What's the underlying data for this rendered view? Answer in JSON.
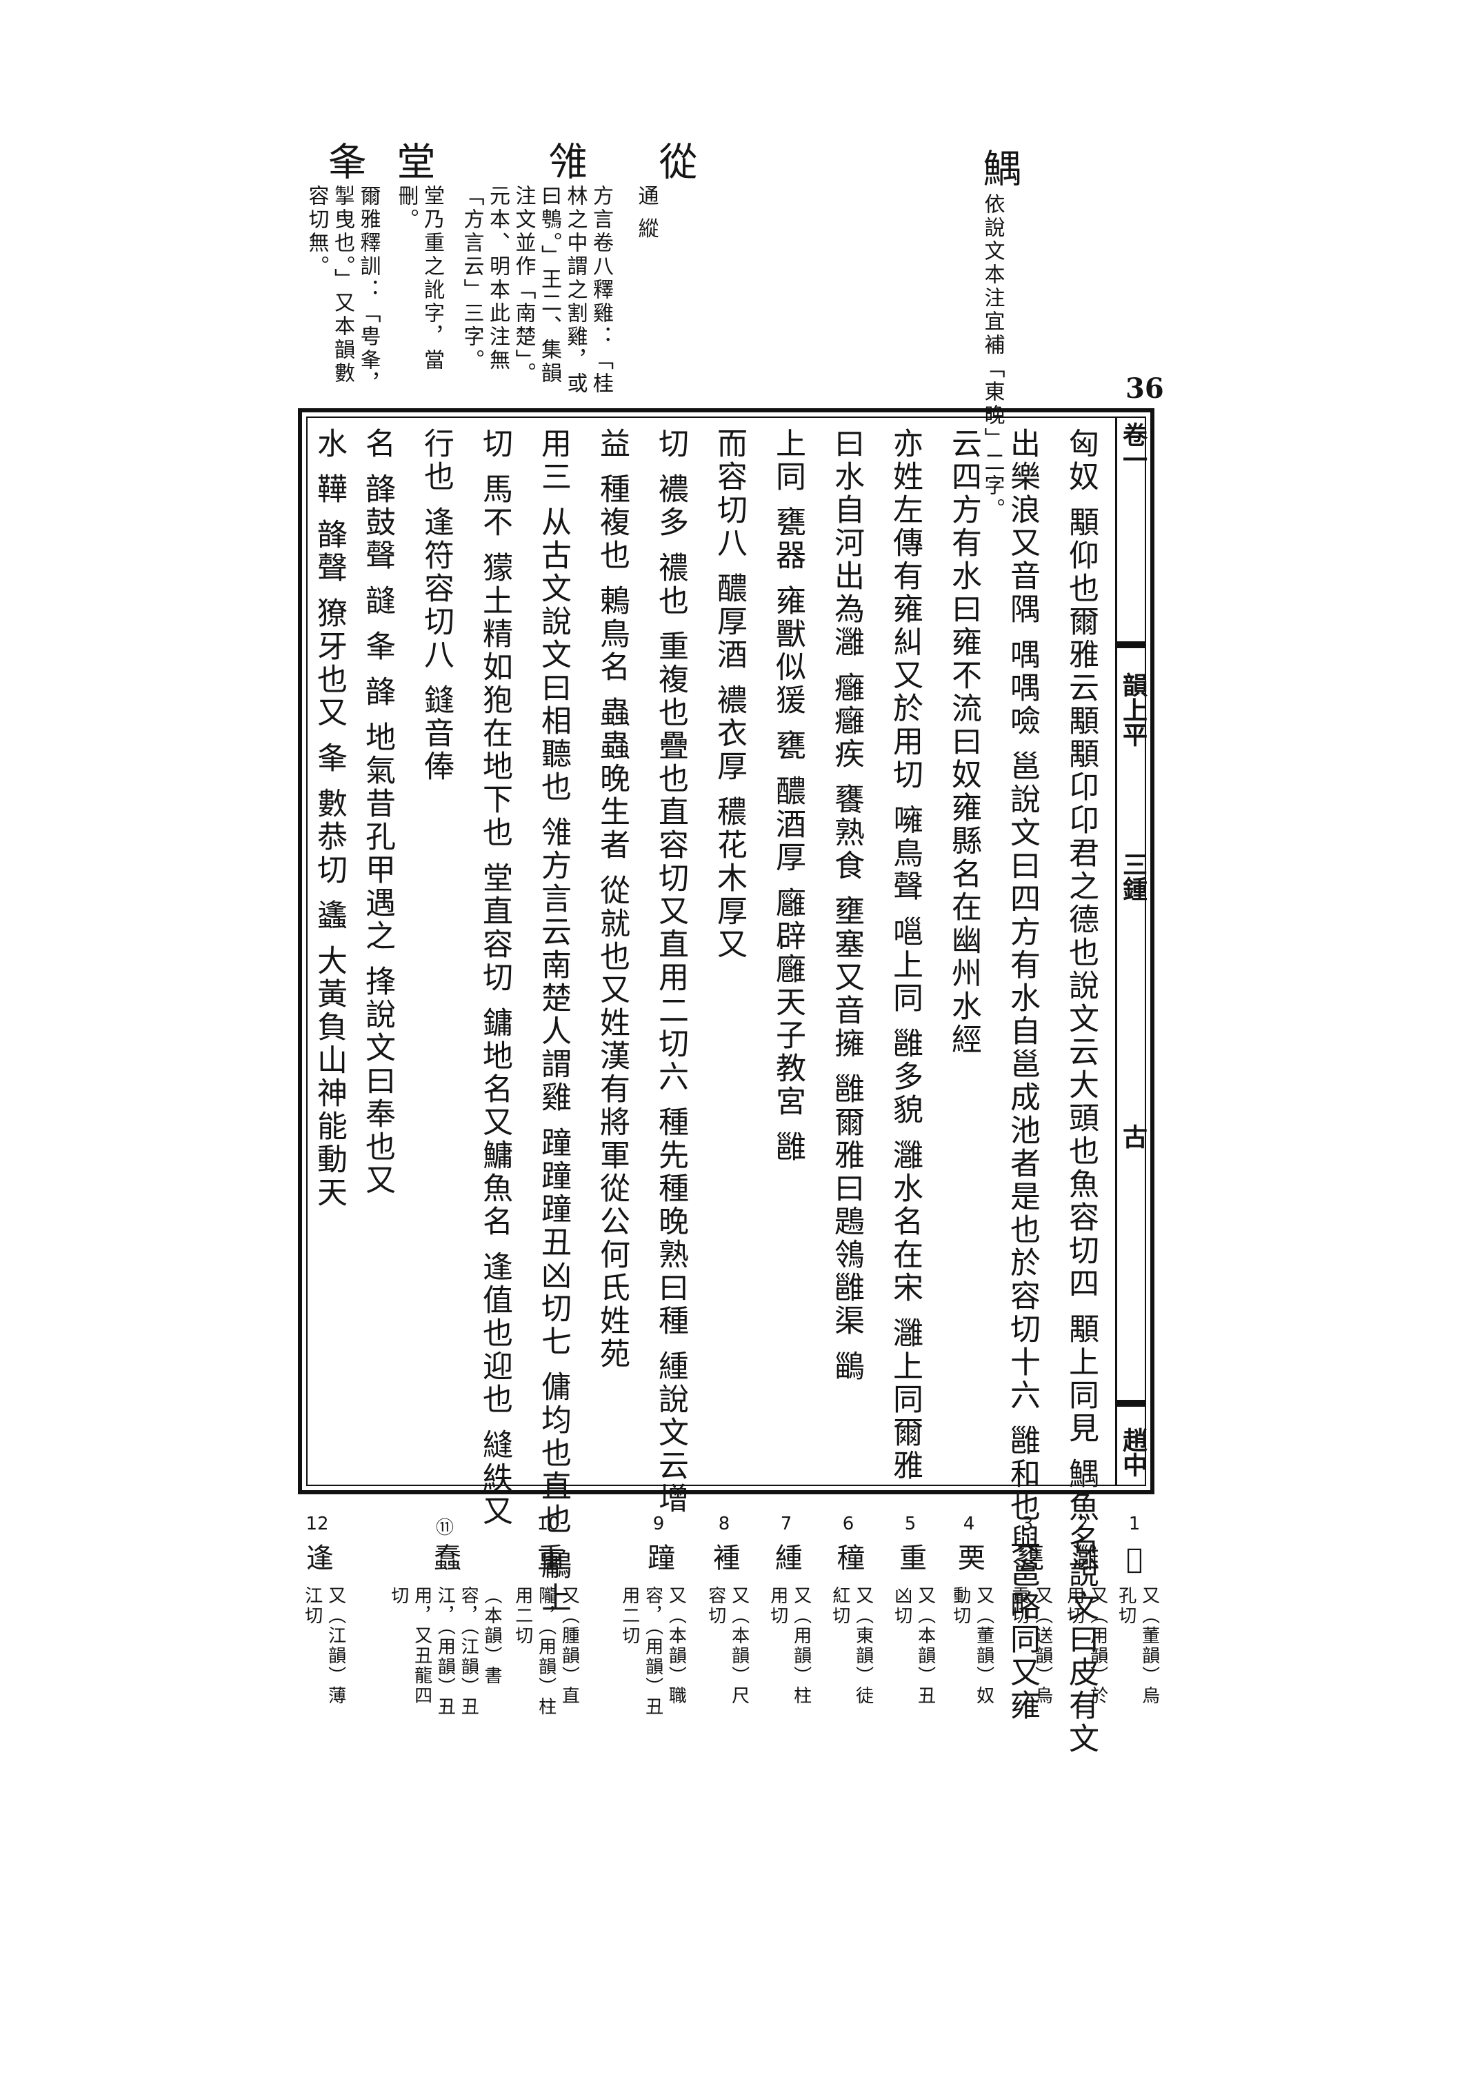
{
  "page_number": "36",
  "top_notes": [
    {
      "head": "從",
      "note": "通 縱"
    },
    {
      "head": "雂",
      "note": "方言卷八釋雞：「桂林之中謂之割雞，或曰䳙。」王二、集韻注文並作「南楚」。元本、明本此注無「方言云」三字。"
    },
    {
      "head": "堂",
      "note": "堂乃重之訛字，當刪。"
    },
    {
      "head": "夆",
      "note": "爾雅釋訓：「甹夆，掣曳也。」又本韻數容切無。"
    }
  ],
  "top_right_note": {
    "head": "鰅",
    "note": "依說文本注宜補「東晚」二字。"
  },
  "band": {
    "volume": "卷一",
    "section": "韻上平",
    "rhyme": "三鍾",
    "page_code": "古",
    "bottom": "趙中"
  },
  "main_columns": [
    "匈奴 顒仰也爾雅云顒顒卬卬君之德也說文云大頭也魚容切四 顒上同見 鰅魚名說文曰皮有文",
    "出樂浪又音隅 喁喁噞 邕說文曰四方有水自邕成池者是也於容切十六 雝和也與邕略同又雍",
    "云四方有水曰雍不流曰奴雍縣名在幽州水經",
    "亦姓左傳有雍糾又於用切 噰鳥聲 嗈上同 雝多貌 灉水名在宋 灉上同爾雅",
    "曰水自河出為灉 癰癰疾 饔熟食 壅塞又音擁 雝爾雅曰鶗鴒雝渠 鶅",
    "上同 甕器 雍獸似猨 甕 醲酒厚 廱辟廱天子教宮 雝",
    "而容切八 醲厚酒 襛衣厚 穠花木厚又",
    "切 襛多 禯也 重複也疊也直容切又直用二切六 種先種晚熟曰種 緟說文云增",
    "益 種複也 鶇鳥名 蟲蟲晚生者 從就也又姓漢有將軍從公何氏姓苑",
    "用三 从古文說文曰相聽也 雂方言云南楚人謂雞 蹱蹱蹱丑凶切七 傭均也直也 鷛上",
    "切 馬不 獴土精如狍在地下也 堂直容切 鏞地名又鱅魚名 逢值也迎也 縫紩又",
    "行也 逢符容切八 鏠音俸",
    "名 韸鼓聲 韼 夆 韸 地氣昔孔甲遇之 捀說文曰奉也又",
    "水 鞾 韸聲 獠牙也又 夆 數恭切 蠭 大黃負山神能動天"
  ],
  "collation_notes": [
    {
      "num": "1",
      "head": "𩭛",
      "note": "又（董韻）烏孔切"
    },
    {
      "num": "2",
      "head": "灉",
      "note": "又（用韻）於用切"
    },
    {
      "num": "3",
      "head": "甕",
      "note": "又（送韻）烏貢切"
    },
    {
      "num": "4",
      "head": "䙲",
      "note": "又（董韻）奴動切"
    },
    {
      "num": "5",
      "head": "重",
      "note": "又（本韻）丑凶切"
    },
    {
      "num": "6",
      "head": "穜",
      "note": "又（東韻）徒紅切"
    },
    {
      "num": "7",
      "head": "緟",
      "note": "又（用韻）柱用切"
    },
    {
      "num": "8",
      "head": "褈",
      "note": "又（本韻）尺容切"
    },
    {
      "num": "9",
      "head": "蹱",
      "note": "又（本韻）職容，（用韻）丑用二切"
    },
    {
      "num": "10",
      "head": "重",
      "note": "又（腫韻）直隴，（用韻）柱用二切"
    },
    {
      "num": "⑪",
      "head": "蠢",
      "note": "（本韻）書容，（江韻）丑江，（用韻）丑用，又丑龍四切"
    },
    {
      "num": "12",
      "head": "逢",
      "note": "又（江韻）薄江切"
    }
  ]
}
